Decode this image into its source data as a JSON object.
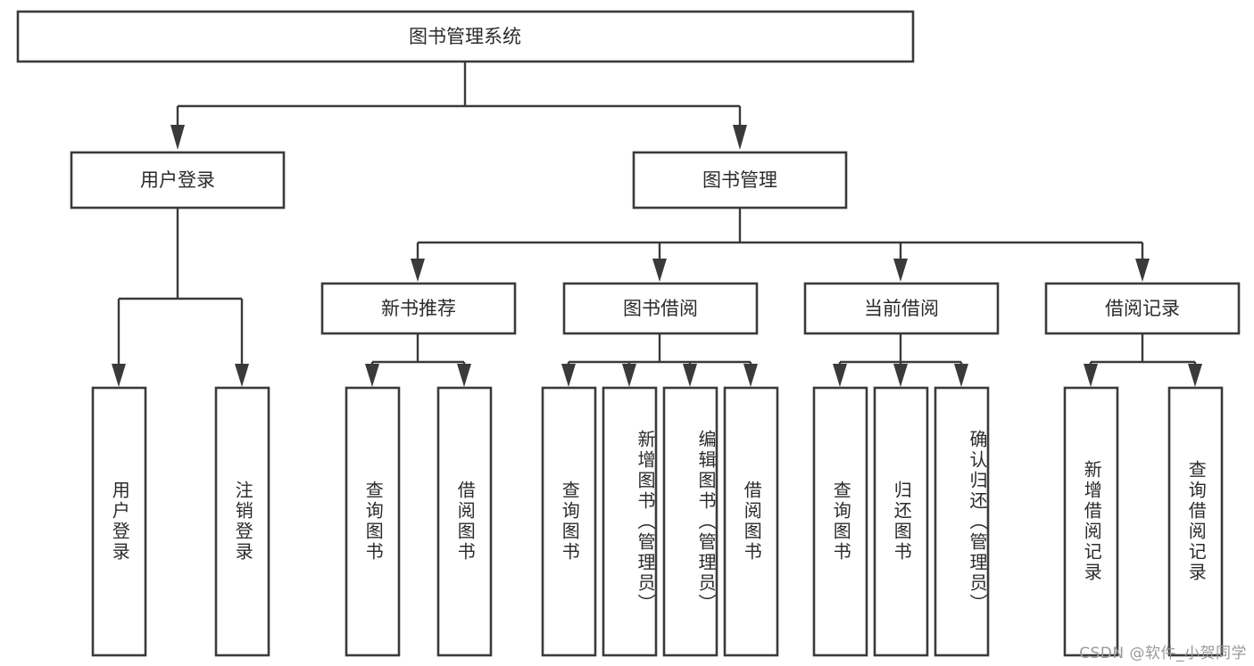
{
  "diagram": {
    "type": "tree-hierarchy",
    "title": "图书管理系统",
    "orientation": "top-down",
    "colors": {
      "box_stroke": "#3a3a3a",
      "box_fill": "#ffffff",
      "connector": "#3a3a3a",
      "text": "#2b2b2b",
      "watermark": "#9a9a9a",
      "background": "#ffffff"
    },
    "levels": {
      "root": "图书管理系统",
      "level2": [
        "用户登录",
        "图书管理"
      ],
      "level3": [
        "新书推荐",
        "图书借阅",
        "当前借阅",
        "借阅记录"
      ]
    },
    "nodes": {
      "root": {
        "label": "图书管理系统"
      },
      "user_login": {
        "label": "用户登录"
      },
      "book_mgmt": {
        "label": "图书管理"
      },
      "new_book_rec": {
        "label": "新书推荐"
      },
      "book_borrow": {
        "label": "图书借阅"
      },
      "current_borrow": {
        "label": "当前借阅"
      },
      "borrow_record": {
        "label": "借阅记录"
      }
    },
    "leaves": {
      "user_login": [
        {
          "label": "用户登录"
        },
        {
          "label": "注销登录"
        }
      ],
      "new_book_rec": [
        {
          "label": "查询图书"
        },
        {
          "label": "借阅图书"
        }
      ],
      "book_borrow": [
        {
          "label": "查询图书"
        },
        {
          "label": "新增图书（管理员）"
        },
        {
          "label": "编辑图书（管理员）"
        },
        {
          "label": "借阅图书"
        }
      ],
      "current_borrow": [
        {
          "label": "查询图书"
        },
        {
          "label": "归还图书"
        },
        {
          "label": "确认归还（管理员）"
        }
      ],
      "borrow_record": [
        {
          "label": "新增借阅记录"
        },
        {
          "label": "查询借阅记录"
        }
      ]
    }
  },
  "watermark": {
    "text": "CSDN @软件_小贺同学"
  }
}
